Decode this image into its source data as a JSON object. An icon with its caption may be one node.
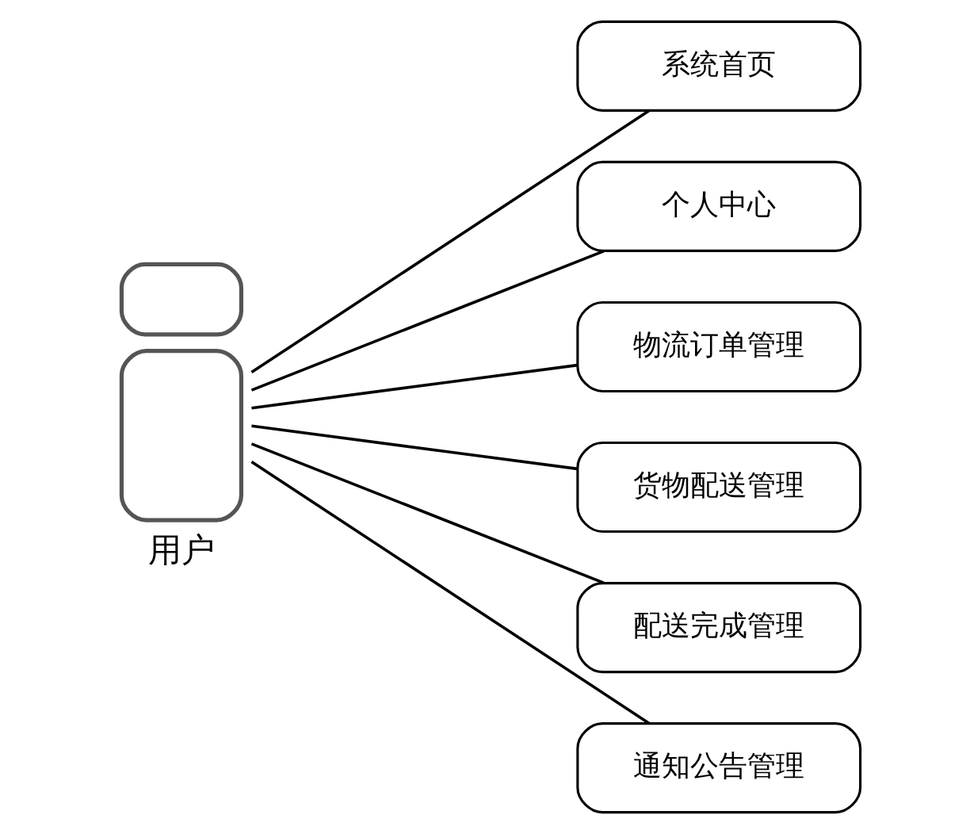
{
  "diagram": {
    "nodes": [
      {
        "text": [
          "用户"
        ]
      },
      {
        "text": [
          "系统首页"
        ]
      },
      {
        "text": [
          "个人中心"
        ]
      },
      {
        "text": [
          "物流订单管理"
        ]
      },
      {
        "text": [
          "货物配送管理"
        ]
      },
      {
        "text": [
          "配送完成管理"
        ]
      },
      {
        "text": [
          "通知公告管理"
        ]
      }
    ],
    "edges": [
      {
        "from": 0,
        "to": 1,
        "arrow": "none"
      },
      {
        "from": 0,
        "to": 2,
        "arrow": "none"
      },
      {
        "from": 0,
        "to": 3,
        "arrow": "none"
      },
      {
        "from": 0,
        "to": 4,
        "arrow": "none"
      },
      {
        "from": 0,
        "to": 5,
        "arrow": "none"
      },
      {
        "from": 0,
        "to": 6,
        "arrow": "none"
      }
    ]
  }
}
